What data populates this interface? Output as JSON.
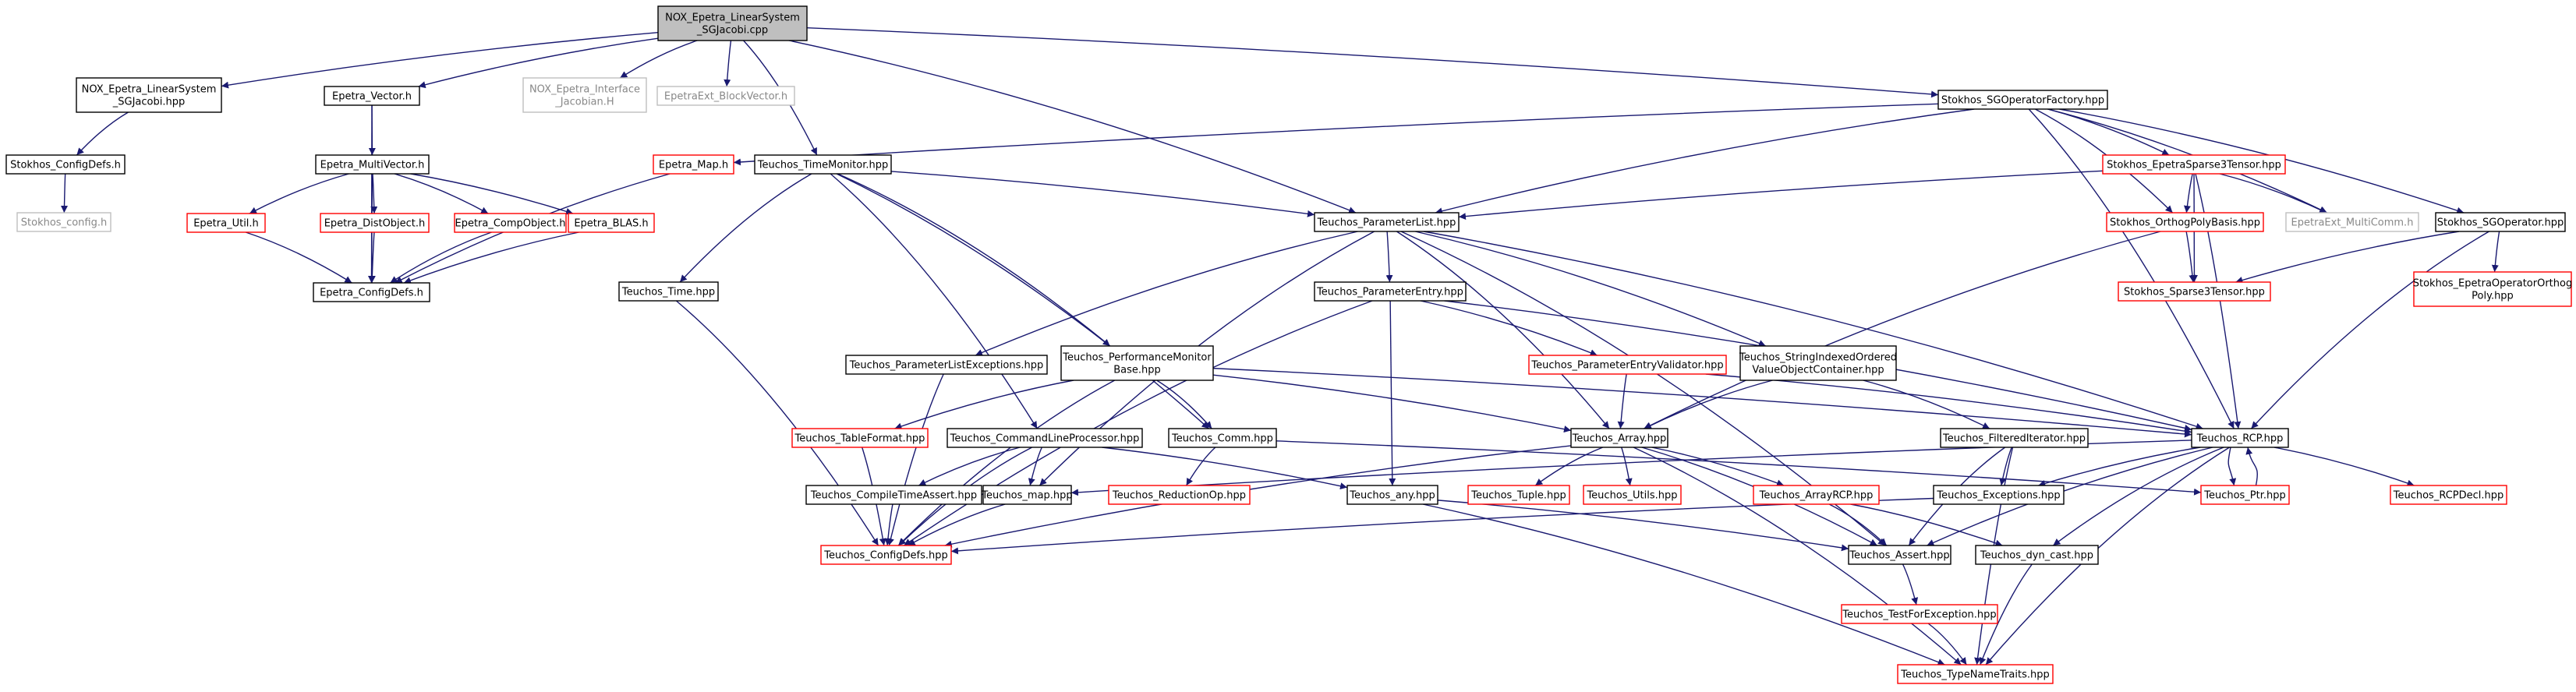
{
  "colors": {
    "edge": "#191970",
    "border_default": "#000000",
    "border_red": "#ff0000",
    "border_gray": "#bfbfbf",
    "root_fill": "#bfbfbf",
    "fill": "#ffffff"
  },
  "nodes": [
    {
      "id": "root",
      "lines": [
        "NOX_Epetra_LinearSystem",
        "_SGJacobi.cpp"
      ],
      "style": "root"
    },
    {
      "id": "nox_h",
      "lines": [
        "NOX_Epetra_LinearSystem",
        "_SGJacobi.hpp"
      ],
      "style": "black"
    },
    {
      "id": "evec",
      "lines": [
        "Epetra_Vector.h"
      ],
      "style": "black"
    },
    {
      "id": "nox_jac",
      "lines": [
        "NOX_Epetra_Interface",
        "_Jacobian.H"
      ],
      "style": "gray"
    },
    {
      "id": "bv",
      "lines": [
        "EpetraExt_BlockVector.h"
      ],
      "style": "gray"
    },
    {
      "id": "sgof",
      "lines": [
        "Stokhos_SGOperatorFactory.hpp"
      ],
      "style": "black"
    },
    {
      "id": "cfgdefs",
      "lines": [
        "Stokhos_ConfigDefs.h"
      ],
      "style": "black"
    },
    {
      "id": "emv",
      "lines": [
        "Epetra_MultiVector.h"
      ],
      "style": "black"
    },
    {
      "id": "emap",
      "lines": [
        "Epetra_Map.h"
      ],
      "style": "red"
    },
    {
      "id": "tm",
      "lines": [
        "Teuchos_TimeMonitor.hpp"
      ],
      "style": "black"
    },
    {
      "id": "eps3",
      "lines": [
        "Stokhos_EpetraSparse3Tensor.hpp"
      ],
      "style": "red"
    },
    {
      "id": "scfg",
      "lines": [
        "Stokhos_config.h"
      ],
      "style": "gray"
    },
    {
      "id": "eutil",
      "lines": [
        "Epetra_Util.h"
      ],
      "style": "red"
    },
    {
      "id": "edo",
      "lines": [
        "Epetra_DistObject.h"
      ],
      "style": "red"
    },
    {
      "id": "eco",
      "lines": [
        "Epetra_CompObject.h"
      ],
      "style": "red"
    },
    {
      "id": "eblas",
      "lines": [
        "Epetra_BLAS.h"
      ],
      "style": "red"
    },
    {
      "id": "plist",
      "lines": [
        "Teuchos_ParameterList.hpp"
      ],
      "style": "black"
    },
    {
      "id": "opb",
      "lines": [
        "Stokhos_OrthogPolyBasis.hpp"
      ],
      "style": "red"
    },
    {
      "id": "emc",
      "lines": [
        "EpetraExt_MultiComm.h"
      ],
      "style": "gray"
    },
    {
      "id": "sgop",
      "lines": [
        "Stokhos_SGOperator.hpp"
      ],
      "style": "black"
    },
    {
      "id": "ecfg",
      "lines": [
        "Epetra_ConfigDefs.h"
      ],
      "style": "black"
    },
    {
      "id": "ttime",
      "lines": [
        "Teuchos_Time.hpp"
      ],
      "style": "black"
    },
    {
      "id": "pe",
      "lines": [
        "Teuchos_ParameterEntry.hpp"
      ],
      "style": "black"
    },
    {
      "id": "s3t",
      "lines": [
        "Stokhos_Sparse3Tensor.hpp"
      ],
      "style": "red"
    },
    {
      "id": "eoop",
      "lines": [
        "Stokhos_EpetraOperatorOrthog",
        "Poly.hpp"
      ],
      "style": "red"
    },
    {
      "id": "ple",
      "lines": [
        "Teuchos_ParameterListExceptions.hpp"
      ],
      "style": "black"
    },
    {
      "id": "pm",
      "lines": [
        "Teuchos_PerformanceMonitor",
        "Base.hpp"
      ],
      "style": "black"
    },
    {
      "id": "pev",
      "lines": [
        "Teuchos_ParameterEntryValidator.hpp"
      ],
      "style": "red"
    },
    {
      "id": "sio",
      "lines": [
        "Teuchos_StringIndexedOrdered",
        "ValueObjectContainer.hpp"
      ],
      "style": "black"
    },
    {
      "id": "tf",
      "lines": [
        "Teuchos_TableFormat.hpp"
      ],
      "style": "red"
    },
    {
      "id": "clp",
      "lines": [
        "Teuchos_CommandLineProcessor.hpp"
      ],
      "style": "black"
    },
    {
      "id": "tcomm",
      "lines": [
        "Teuchos_Comm.hpp"
      ],
      "style": "black"
    },
    {
      "id": "arr",
      "lines": [
        "Teuchos_Array.hpp"
      ],
      "style": "black"
    },
    {
      "id": "fi",
      "lines": [
        "Teuchos_FilteredIterator.hpp"
      ],
      "style": "black"
    },
    {
      "id": "rcp",
      "lines": [
        "Teuchos_RCP.hpp"
      ],
      "style": "black"
    },
    {
      "id": "cta",
      "lines": [
        "Teuchos_CompileTimeAssert.hpp"
      ],
      "style": "black"
    },
    {
      "id": "tmap",
      "lines": [
        "Teuchos_map.hpp"
      ],
      "style": "black"
    },
    {
      "id": "rop",
      "lines": [
        "Teuchos_ReductionOp.hpp"
      ],
      "style": "red"
    },
    {
      "id": "tany",
      "lines": [
        "Teuchos_any.hpp"
      ],
      "style": "black"
    },
    {
      "id": "ttup",
      "lines": [
        "Teuchos_Tuple.hpp"
      ],
      "style": "red"
    },
    {
      "id": "tutil",
      "lines": [
        "Teuchos_Utils.hpp"
      ],
      "style": "red"
    },
    {
      "id": "arcp",
      "lines": [
        "Teuchos_ArrayRCP.hpp"
      ],
      "style": "red"
    },
    {
      "id": "texc",
      "lines": [
        "Teuchos_Exceptions.hpp"
      ],
      "style": "black"
    },
    {
      "id": "tptr",
      "lines": [
        "Teuchos_Ptr.hpp"
      ],
      "style": "red"
    },
    {
      "id": "rcpd",
      "lines": [
        "Teuchos_RCPDecl.hpp"
      ],
      "style": "red"
    },
    {
      "id": "tcfg",
      "lines": [
        "Teuchos_ConfigDefs.hpp"
      ],
      "style": "red"
    },
    {
      "id": "tassert",
      "lines": [
        "Teuchos_Assert.hpp"
      ],
      "style": "black"
    },
    {
      "id": "dyn",
      "lines": [
        "Teuchos_dyn_cast.hpp"
      ],
      "style": "black"
    },
    {
      "id": "tfe",
      "lines": [
        "Teuchos_TestForException.hpp"
      ],
      "style": "red"
    },
    {
      "id": "tnt",
      "lines": [
        "Teuchos_TypeNameTraits.hpp"
      ],
      "style": "red"
    }
  ],
  "edges": [
    [
      "root",
      "nox_h"
    ],
    [
      "root",
      "evec"
    ],
    [
      "root",
      "nox_jac"
    ],
    [
      "root",
      "bv"
    ],
    [
      "root",
      "tm"
    ],
    [
      "root",
      "sgof"
    ],
    [
      "root",
      "plist"
    ],
    [
      "nox_h",
      "cfgdefs"
    ],
    [
      "cfgdefs",
      "scfg"
    ],
    [
      "evec",
      "emv"
    ],
    [
      "evec",
      "ecfg"
    ],
    [
      "emv",
      "eutil"
    ],
    [
      "emv",
      "edo"
    ],
    [
      "emv",
      "eco"
    ],
    [
      "emv",
      "eblas"
    ],
    [
      "emv",
      "ecfg"
    ],
    [
      "eutil",
      "ecfg"
    ],
    [
      "edo",
      "ecfg"
    ],
    [
      "eco",
      "ecfg"
    ],
    [
      "eblas",
      "ecfg"
    ],
    [
      "emap",
      "ecfg"
    ],
    [
      "sgof",
      "emap"
    ],
    [
      "sgof",
      "plist"
    ],
    [
      "sgof",
      "eps3"
    ],
    [
      "sgof",
      "opb"
    ],
    [
      "sgof",
      "emc"
    ],
    [
      "sgof",
      "sgop"
    ],
    [
      "sgof",
      "rcp"
    ],
    [
      "eps3",
      "plist"
    ],
    [
      "eps3",
      "opb"
    ],
    [
      "eps3",
      "s3t"
    ],
    [
      "eps3",
      "emc"
    ],
    [
      "eps3",
      "rcp"
    ],
    [
      "opb",
      "s3t"
    ],
    [
      "opb",
      "arr"
    ],
    [
      "sgop",
      "s3t"
    ],
    [
      "sgop",
      "eoop"
    ],
    [
      "sgop",
      "rcp"
    ],
    [
      "tm",
      "plist"
    ],
    [
      "tm",
      "ttime"
    ],
    [
      "tm",
      "pm"
    ],
    [
      "tm",
      "tcomm"
    ],
    [
      "tm",
      "clp"
    ],
    [
      "ttime",
      "tcfg"
    ],
    [
      "plist",
      "ple"
    ],
    [
      "plist",
      "pe"
    ],
    [
      "plist",
      "sio"
    ],
    [
      "plist",
      "arr"
    ],
    [
      "plist",
      "rcp"
    ],
    [
      "plist",
      "tmap"
    ],
    [
      "plist",
      "tassert"
    ],
    [
      "pe",
      "pev"
    ],
    [
      "pe",
      "tany"
    ],
    [
      "pe",
      "rcp"
    ],
    [
      "pe",
      "tcfg"
    ],
    [
      "pev",
      "arr"
    ],
    [
      "pev",
      "rcp"
    ],
    [
      "sio",
      "arr"
    ],
    [
      "sio",
      "fi"
    ],
    [
      "ple",
      "tcfg"
    ],
    [
      "pm",
      "tf"
    ],
    [
      "pm",
      "tcomm"
    ],
    [
      "pm",
      "arr"
    ],
    [
      "pm",
      "rcp"
    ],
    [
      "pm",
      "tcfg"
    ],
    [
      "clp",
      "cta"
    ],
    [
      "clp",
      "tmap"
    ],
    [
      "clp",
      "tany"
    ],
    [
      "clp",
      "tcfg"
    ],
    [
      "tcomm",
      "rop"
    ],
    [
      "tcomm",
      "tptr"
    ],
    [
      "tf",
      "tcfg"
    ],
    [
      "arr",
      "ttup"
    ],
    [
      "arr",
      "tutil"
    ],
    [
      "arr",
      "arcp"
    ],
    [
      "arr",
      "tassert"
    ],
    [
      "arr",
      "tnt"
    ],
    [
      "arr",
      "tcfg"
    ],
    [
      "fi",
      "texc"
    ],
    [
      "fi",
      "tassert"
    ],
    [
      "fi",
      "tnt"
    ],
    [
      "rcp",
      "texc"
    ],
    [
      "rcp",
      "tptr"
    ],
    [
      "rcp",
      "rcpd"
    ],
    [
      "rcp",
      "tassert"
    ],
    [
      "rcp",
      "dyn"
    ],
    [
      "rcp",
      "tmap"
    ],
    [
      "rcp",
      "tnt"
    ],
    [
      "tptr",
      "rcp"
    ],
    [
      "cta",
      "tcfg"
    ],
    [
      "tmap",
      "tcfg"
    ],
    [
      "texc",
      "tcfg"
    ],
    [
      "tany",
      "tassert"
    ],
    [
      "tany",
      "tnt"
    ],
    [
      "arcp",
      "tassert"
    ],
    [
      "arcp",
      "dyn"
    ],
    [
      "tassert",
      "tfe"
    ],
    [
      "tfe",
      "tnt"
    ],
    [
      "dyn",
      "tnt"
    ]
  ]
}
